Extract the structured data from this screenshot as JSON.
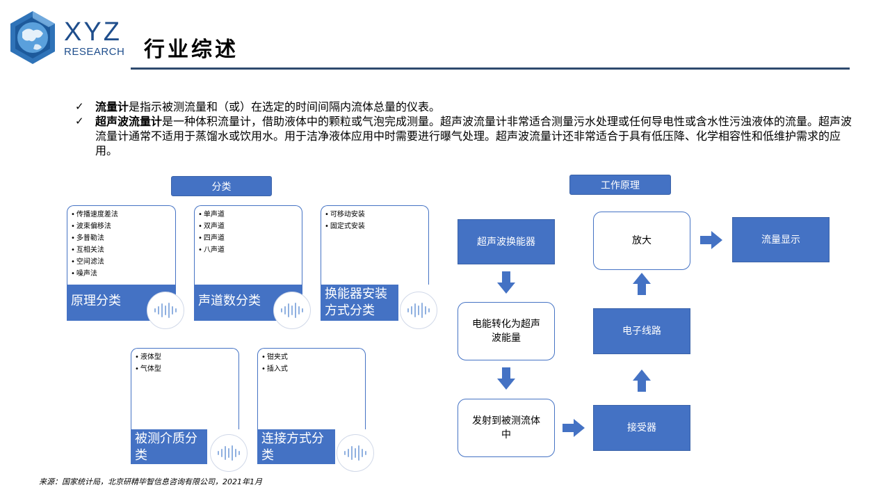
{
  "logo": {
    "name": "XYZ",
    "sub": "RESEARCH"
  },
  "page_title": "行业综述",
  "bullets": [
    {
      "term": "流量计",
      "text": "是指示被测流量和（或）在选定的时间间隔内流体总量的仪表。"
    },
    {
      "term": "超声波流量计",
      "text": "是一种体积流量计，借助液体中的颗粒或气泡完成测量。超声波流量计非常适合测量污水处理或任何导电性或含水性污浊液体的流量。超声波流量计通常不适用于蒸馏水或饮用水。用于洁净液体应用中时需要进行曝气处理。超声波流量计还非常适合于具有低压降、化学相容性和低维护需求的应用。"
    }
  ],
  "classification": {
    "header": "分类",
    "cards": [
      {
        "title": "原理分类",
        "items": [
          "传播速度差法",
          "波束偏移法",
          "多普勒法",
          "互相关法",
          "空间滤法",
          "噪声法"
        ]
      },
      {
        "title": "声道数分类",
        "items": [
          "单声道",
          "双声道",
          "四声道",
          "八声道"
        ]
      },
      {
        "title": "换能器安装方式分类",
        "items": [
          "可移动安装",
          "固定式安装"
        ]
      },
      {
        "title": "被测介质分类",
        "items": [
          "液体型",
          "气体型"
        ]
      },
      {
        "title": "连接方式分类",
        "items": [
          "钳夹式",
          "插入式"
        ]
      }
    ]
  },
  "principle": {
    "header": "工作原理",
    "steps": {
      "transducer": "超声波换能器",
      "convert": "电能转化为超声波能量",
      "emit": "发射到被测流体中",
      "receiver": "接受器",
      "circuit": "电子线路",
      "amplify": "放大",
      "display": "流量显示"
    }
  },
  "source": "来源：国家统计局，北京研精毕智信息咨询有限公司，2021年1月",
  "colors": {
    "accent": "#4472c4",
    "title_rule": "#2e4a6e",
    "logo": "#1f4e8c"
  }
}
